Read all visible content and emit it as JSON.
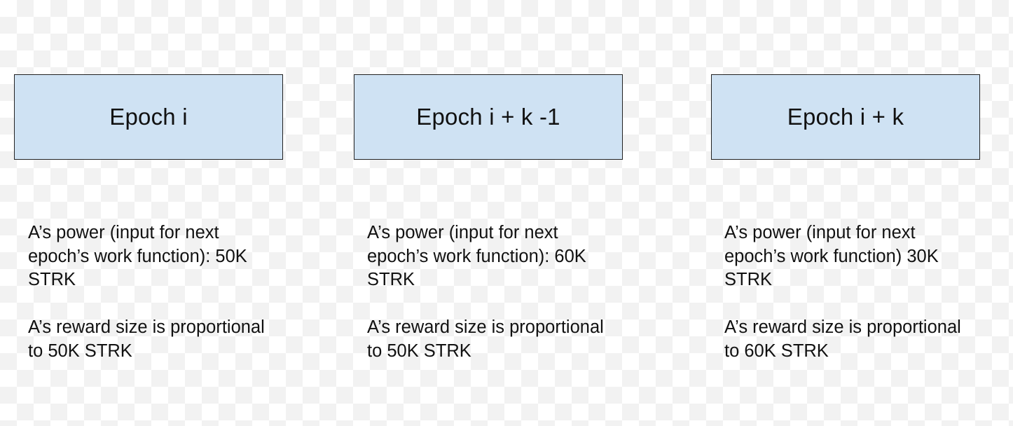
{
  "colors": {
    "box_fill": "#cfe2f3",
    "box_border": "#222222",
    "text": "#111111"
  },
  "epochs": [
    {
      "label": "Epoch i",
      "power_text": "A’s power (input for next epoch’s work function): 50K STRK",
      "reward_text": "A’s reward size is proportional to 50K STRK"
    },
    {
      "label": "Epoch i + k -1",
      "power_text": "A’s power (input for next epoch’s work function): 60K STRK",
      "reward_text": "A’s reward size is proportional to 50K STRK"
    },
    {
      "label": "Epoch i + k",
      "power_text": "A’s power (input for next epoch’s work function) 30K STRK",
      "reward_text": "A’s reward size is proportional to 60K STRK"
    }
  ]
}
